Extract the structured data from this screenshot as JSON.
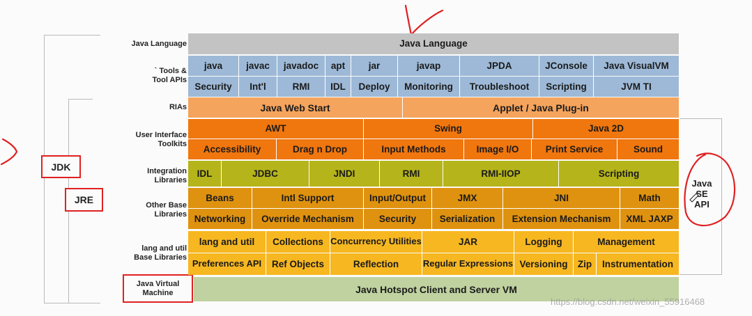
{
  "colors": {
    "grey": "#c3c3c3",
    "blue": "#9db9d7",
    "peach": "#f5a45d",
    "orange": "#f0760e",
    "olive": "#b5b41a",
    "amber": "#df920f",
    "yellow": "#f7b721",
    "sage": "#c0d2a0",
    "red": "#e02020"
  },
  "labels": {
    "java_language": "Java Language",
    "tools_line1": "` Tools &",
    "tools_line2": "Tool APIs",
    "rias": "RIAs",
    "ui_line1": "User Interface",
    "ui_line2": "Toolkits",
    "integ_line1": "Integration",
    "integ_line2": "Libraries",
    "other_line1": "Other Base",
    "other_line2": "Libraries",
    "lang_line1": "lang and util",
    "lang_line2": "Base Libraries",
    "jvm_line1": "Java Virtual",
    "jvm_line2": "Machine",
    "jdk": "JDK",
    "jre": "JRE",
    "javase_line1": "Java",
    "javase_line2": "SE",
    "javase_line3": "API"
  },
  "rows": {
    "language": "Java Language",
    "tools1": [
      "java",
      "javac",
      "javadoc",
      "apt",
      "jar",
      "javap",
      "JPDA",
      "JConsole",
      "Java VisualVM"
    ],
    "tools2": [
      "Security",
      "Int'l",
      "RMI",
      "IDL",
      "Deploy",
      "Monitoring",
      "Troubleshoot",
      "Scripting",
      "JVM TI"
    ],
    "ria": [
      "Java Web Start",
      "Applet / Java Plug-in"
    ],
    "ui1": [
      "AWT",
      "Swing",
      "Java 2D"
    ],
    "ui2": [
      "Accessibility",
      "Drag n Drop",
      "Input Methods",
      "Image I/O",
      "Print Service",
      "Sound"
    ],
    "integration": [
      "IDL",
      "JDBC",
      "JNDI",
      "RMI",
      "RMI-IIOP",
      "Scripting"
    ],
    "other1": [
      "Beans",
      "Intl Support",
      "Input/Output",
      "JMX",
      "JNI",
      "Math"
    ],
    "other2": [
      "Networking",
      "Override Mechanism",
      "Security",
      "Serialization",
      "Extension Mechanism",
      "XML JAXP"
    ],
    "lang1": [
      "lang and util",
      "Collections",
      "Concurrency Utilities",
      "JAR",
      "Logging",
      "Management"
    ],
    "lang2": [
      "Preferences API",
      "Ref Objects",
      "Reflection",
      "Regular Expressions",
      "Versioning",
      "Zip",
      "Instrumentation"
    ],
    "vm": "Java Hotspot Client and Server VM"
  },
  "watermark": "https://blog.csdn.net/weixin_55916468"
}
